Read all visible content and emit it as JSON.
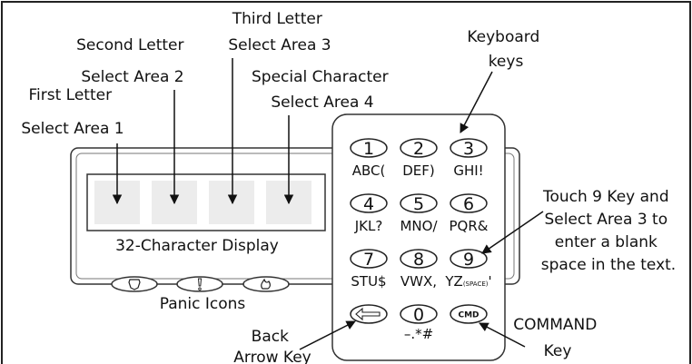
{
  "callouts": {
    "first_letter": [
      "First Letter",
      "Select Area 1"
    ],
    "second_letter": [
      "Second Letter",
      "Select Area 2"
    ],
    "third_letter": [
      "Third Letter",
      "Select Area 3"
    ],
    "special_char": [
      "Special Character",
      "Select Area 4"
    ],
    "keyboard_keys": [
      "Keyboard",
      "keys"
    ],
    "touch_9": [
      "Touch 9 Key and",
      "Select Area 3 to",
      "enter a blank",
      "space in the text."
    ],
    "back_arrow": [
      "Back",
      "Arrow Key"
    ],
    "command_key": [
      "COMMAND",
      "Key"
    ]
  },
  "display": {
    "caption": "32-Character Display"
  },
  "panic": {
    "caption": "Panic Icons",
    "icons": [
      "police-shield-icon",
      "medical-exclamation-icon",
      "fire-flame-icon"
    ]
  },
  "keys": [
    {
      "digit": "1",
      "label": "ABC("
    },
    {
      "digit": "2",
      "label": "DEF)"
    },
    {
      "digit": "3",
      "label": "GHI!"
    },
    {
      "digit": "4",
      "label": "JKL?"
    },
    {
      "digit": "5",
      "label": "MNO/"
    },
    {
      "digit": "6",
      "label": "PQR&"
    },
    {
      "digit": "7",
      "label": "STU$"
    },
    {
      "digit": "8",
      "label": "VWX,"
    },
    {
      "digit": "9",
      "label": "YZ",
      "sub": "(SPACE)",
      "tail": "'"
    },
    {
      "digit": "",
      "label": "",
      "icon": "back-arrow-icon"
    },
    {
      "digit": "0",
      "label": "–.*#"
    },
    {
      "digit": "CMD",
      "label": ""
    }
  ]
}
